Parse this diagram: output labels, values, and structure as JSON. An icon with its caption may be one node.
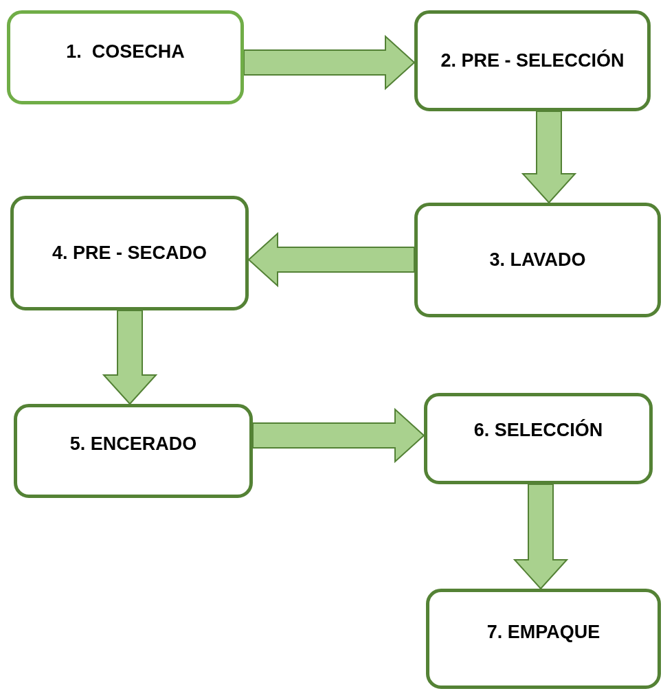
{
  "diagram": {
    "nodes": [
      {
        "text": [
          "1.  COSECHA"
        ]
      },
      {
        "text": [
          "2. PRE - SELECCIÓN"
        ]
      },
      {
        "text": [
          "3. LAVADO"
        ]
      },
      {
        "text": [
          "4. PRE - SECADO"
        ]
      },
      {
        "text": [
          "5. ENCERADO"
        ]
      },
      {
        "text": [
          "6. SELECCIÓN"
        ]
      },
      {
        "text": [
          "7. EMPAQUE"
        ]
      }
    ],
    "edges": [
      {
        "from": 0,
        "to": 1,
        "arrow": "to"
      },
      {
        "from": 1,
        "to": 2,
        "arrow": "to"
      },
      {
        "from": 2,
        "to": 3,
        "arrow": "to"
      },
      {
        "from": 3,
        "to": 4,
        "arrow": "to"
      },
      {
        "from": 4,
        "to": 5,
        "arrow": "to"
      },
      {
        "from": 5,
        "to": 6,
        "arrow": "to"
      }
    ]
  }
}
